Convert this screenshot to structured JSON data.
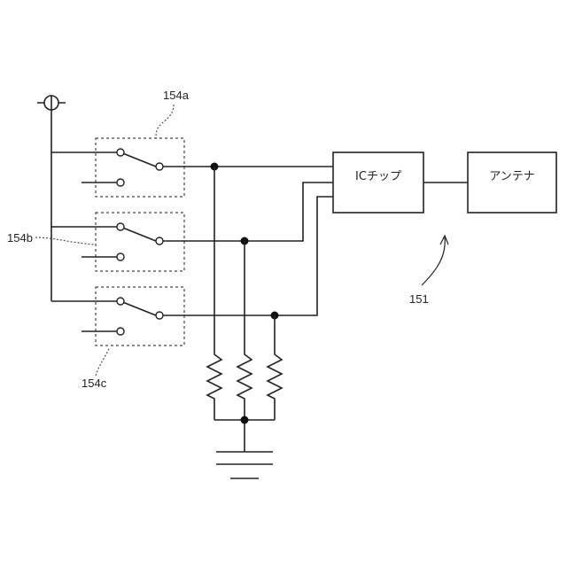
{
  "labels": {
    "switch_a": "154a",
    "switch_b": "154b",
    "switch_c": "154c",
    "assembly": "151"
  },
  "blocks": {
    "ic_chip": "ICチップ",
    "antenna": "アンテナ"
  }
}
